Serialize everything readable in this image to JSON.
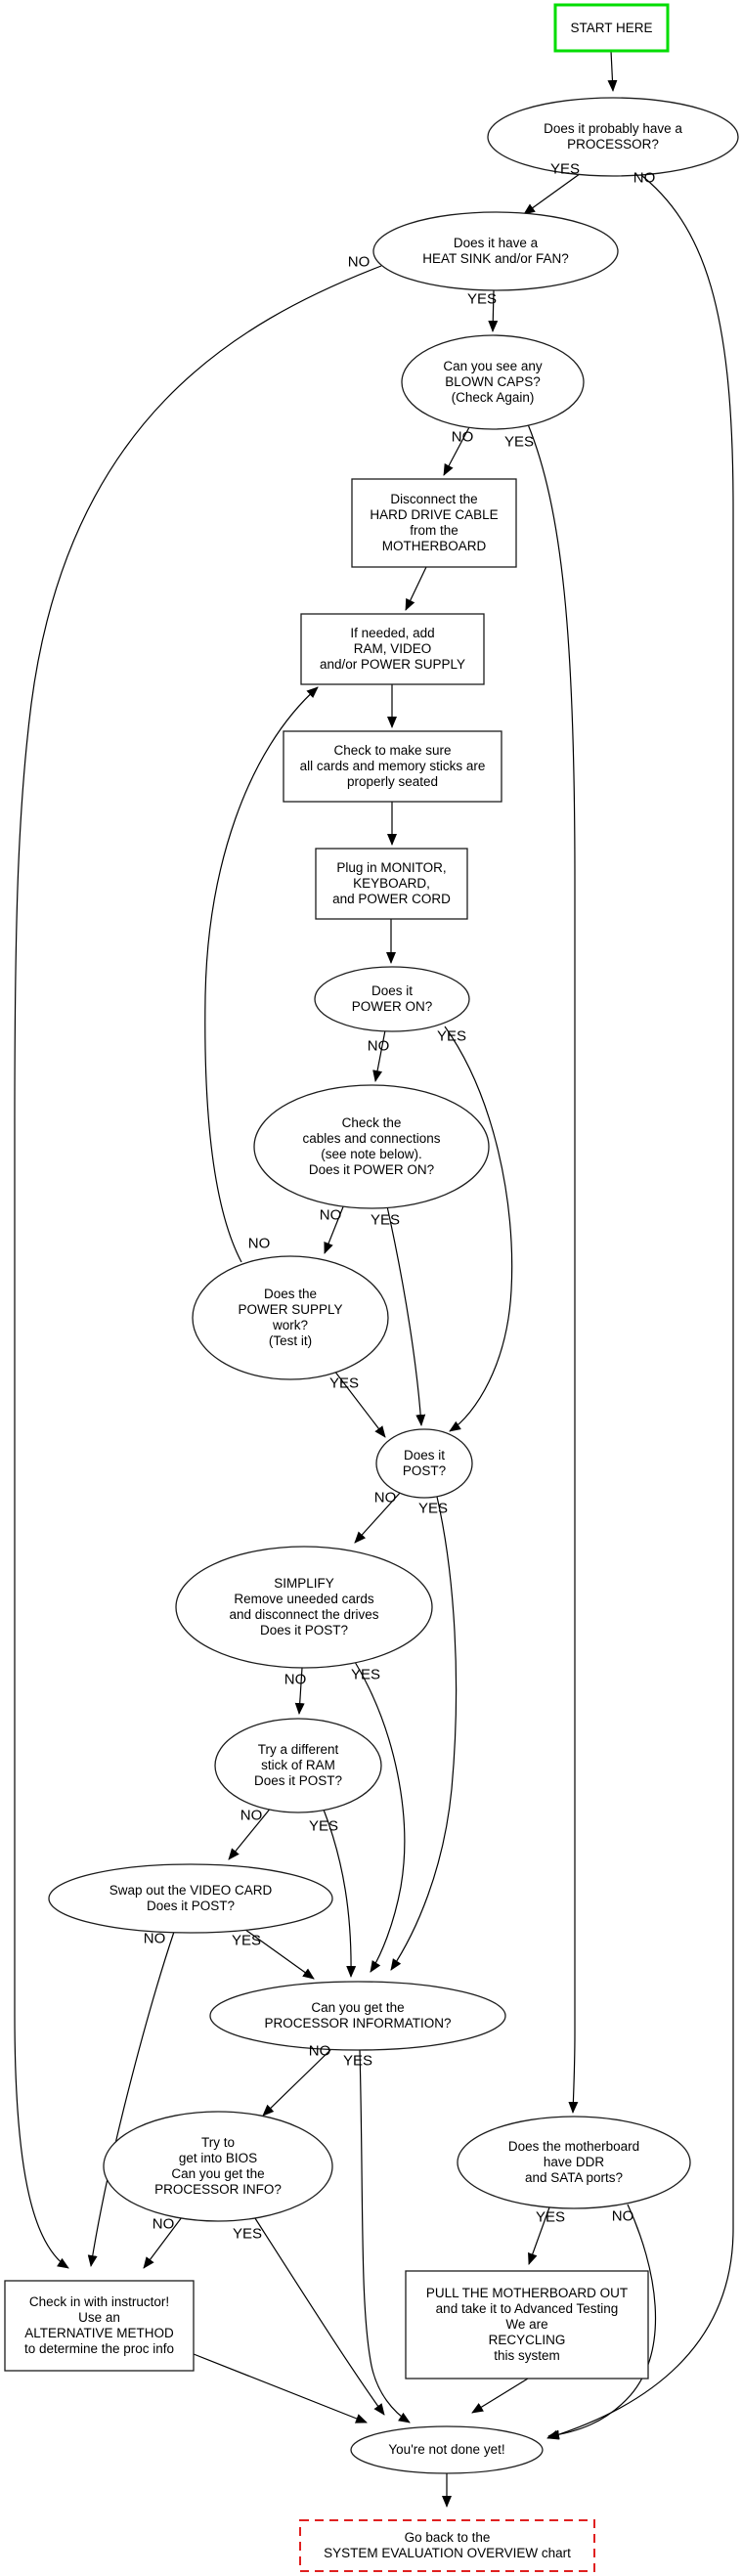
{
  "title": "System Evaluation troubleshooting flowchart",
  "colors": {
    "start_border": "#00dd00",
    "goback_border": "#e02020",
    "node_stroke": "#1c1c1c",
    "edge_color": "#000000",
    "background": "#ffffff"
  },
  "nodes": [
    {
      "id": "start",
      "shape": "rect-green",
      "lines": [
        "START HERE"
      ]
    },
    {
      "id": "processor",
      "shape": "ellipse",
      "lines": [
        "Does it probably have a",
        "PROCESSOR?"
      ]
    },
    {
      "id": "heatsink",
      "shape": "ellipse",
      "lines": [
        "Does it have a",
        "HEAT SINK and/or FAN?"
      ]
    },
    {
      "id": "caps",
      "shape": "ellipse",
      "lines": [
        "Can you see any",
        "BLOWN CAPS?",
        "(Check Again)"
      ]
    },
    {
      "id": "disconnect",
      "shape": "rect",
      "lines": [
        "Disconnect the",
        "HARD DRIVE CABLE",
        "from the",
        "MOTHERBOARD"
      ]
    },
    {
      "id": "addram",
      "shape": "rect",
      "lines": [
        "If needed, add",
        "RAM, VIDEO",
        "and/or POWER SUPPLY"
      ]
    },
    {
      "id": "seated",
      "shape": "rect",
      "lines": [
        "Check to make sure",
        "all cards and memory sticks are",
        "properly seated"
      ]
    },
    {
      "id": "plugin",
      "shape": "rect",
      "lines": [
        "Plug in MONITOR,",
        "KEYBOARD,",
        "and POWER CORD"
      ]
    },
    {
      "id": "poweron",
      "shape": "ellipse",
      "lines": [
        "Does it",
        "POWER ON?"
      ]
    },
    {
      "id": "cables",
      "shape": "ellipse",
      "lines": [
        "Check the",
        "cables and connections",
        "(see note below).",
        "Does it POWER ON?"
      ]
    },
    {
      "id": "psu",
      "shape": "ellipse",
      "lines": [
        "Does the",
        "POWER SUPPLY",
        "work?",
        "(Test it)"
      ]
    },
    {
      "id": "post",
      "shape": "ellipse",
      "lines": [
        "Does it",
        "POST?"
      ]
    },
    {
      "id": "simplify",
      "shape": "ellipse",
      "lines": [
        "SIMPLIFY",
        "Remove uneeded cards",
        "and disconnect the drives",
        "Does it POST?"
      ]
    },
    {
      "id": "ram",
      "shape": "ellipse",
      "lines": [
        "Try a different",
        "stick of RAM",
        "Does it POST?"
      ]
    },
    {
      "id": "video",
      "shape": "ellipse",
      "lines": [
        "Swap out the VIDEO CARD",
        "Does it POST?"
      ]
    },
    {
      "id": "procinfo",
      "shape": "ellipse",
      "lines": [
        "Can you get the",
        "PROCESSOR INFORMATION?"
      ]
    },
    {
      "id": "bios",
      "shape": "ellipse",
      "lines": [
        "Try to",
        "get into BIOS",
        "Can you get the",
        "PROCESSOR INFO?"
      ]
    },
    {
      "id": "ddr",
      "shape": "ellipse",
      "lines": [
        "Does the motherboard",
        "have DDR",
        "and SATA ports?"
      ]
    },
    {
      "id": "instructor",
      "shape": "rect",
      "lines": [
        "Check in with instructor!",
        "Use an",
        "ALTERNATIVE METHOD",
        "to determine the proc info"
      ]
    },
    {
      "id": "pull",
      "shape": "rect",
      "lines": [
        "PULL THE MOTHERBOARD OUT",
        "and take it to Advanced Testing",
        "We are",
        "RECYCLING",
        "this system"
      ]
    },
    {
      "id": "notdone",
      "shape": "ellipse",
      "lines": [
        "You're not done yet!"
      ]
    },
    {
      "id": "goback",
      "shape": "rect-dashed-red",
      "lines": [
        "Go back to the",
        "SYSTEM EVALUATION OVERVIEW chart"
      ]
    }
  ],
  "edges": [
    {
      "from": "start",
      "to": "processor",
      "label": ""
    },
    {
      "from": "processor",
      "to": "heatsink",
      "label": "YES"
    },
    {
      "from": "processor",
      "to": "notdone",
      "label": "NO"
    },
    {
      "from": "heatsink",
      "to": "caps",
      "label": "YES"
    },
    {
      "from": "heatsink",
      "to": "instructor",
      "label": "NO"
    },
    {
      "from": "caps",
      "to": "disconnect",
      "label": "NO"
    },
    {
      "from": "caps",
      "to": "ddr",
      "label": "YES"
    },
    {
      "from": "disconnect",
      "to": "addram",
      "label": ""
    },
    {
      "from": "addram",
      "to": "seated",
      "label": ""
    },
    {
      "from": "seated",
      "to": "plugin",
      "label": ""
    },
    {
      "from": "plugin",
      "to": "poweron",
      "label": ""
    },
    {
      "from": "poweron",
      "to": "cables",
      "label": "NO"
    },
    {
      "from": "poweron",
      "to": "post",
      "label": "YES"
    },
    {
      "from": "cables",
      "to": "psu",
      "label": "NO"
    },
    {
      "from": "cables",
      "to": "post",
      "label": "YES"
    },
    {
      "from": "psu",
      "to": "addram",
      "label": "NO"
    },
    {
      "from": "psu",
      "to": "post",
      "label": "YES"
    },
    {
      "from": "post",
      "to": "simplify",
      "label": "NO"
    },
    {
      "from": "post",
      "to": "procinfo",
      "label": "YES"
    },
    {
      "from": "simplify",
      "to": "ram",
      "label": "NO"
    },
    {
      "from": "simplify",
      "to": "procinfo",
      "label": "YES"
    },
    {
      "from": "ram",
      "to": "video",
      "label": "NO"
    },
    {
      "from": "ram",
      "to": "procinfo",
      "label": "YES"
    },
    {
      "from": "video",
      "to": "instructor",
      "label": "NO"
    },
    {
      "from": "video",
      "to": "procinfo",
      "label": "YES"
    },
    {
      "from": "procinfo",
      "to": "bios",
      "label": "NO"
    },
    {
      "from": "procinfo",
      "to": "notdone",
      "label": "YES"
    },
    {
      "from": "bios",
      "to": "instructor",
      "label": "NO"
    },
    {
      "from": "bios",
      "to": "notdone",
      "label": "YES"
    },
    {
      "from": "ddr",
      "to": "pull",
      "label": "YES"
    },
    {
      "from": "ddr",
      "to": "notdone",
      "label": "NO"
    },
    {
      "from": "pull",
      "to": "notdone",
      "label": ""
    },
    {
      "from": "instructor",
      "to": "notdone",
      "label": ""
    },
    {
      "from": "notdone",
      "to": "goback",
      "label": ""
    }
  ]
}
